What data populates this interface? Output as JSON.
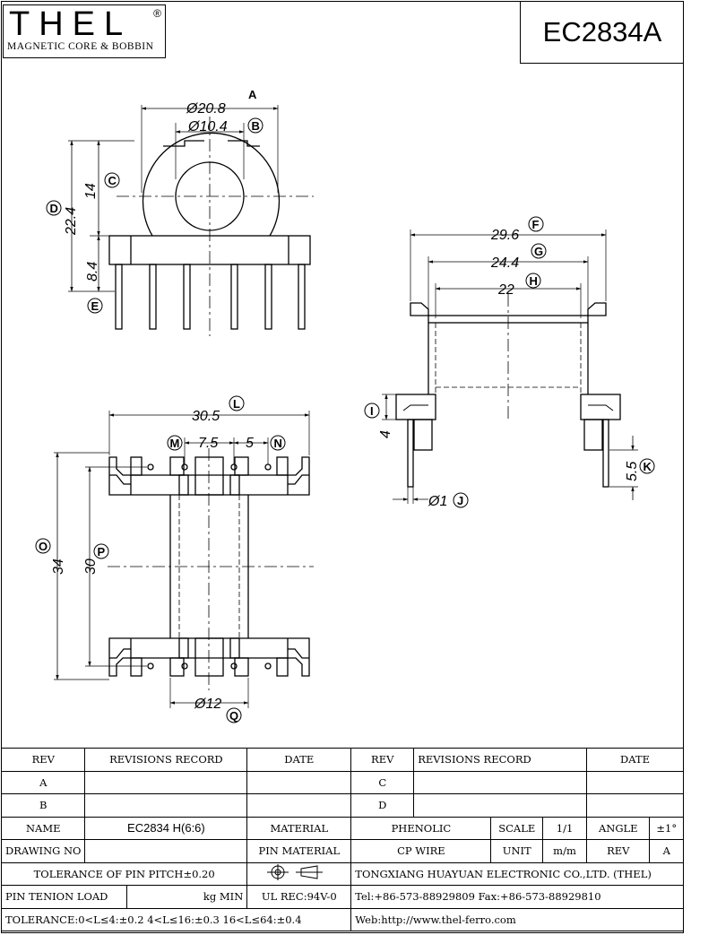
{
  "header": {
    "logo_text": "THEL",
    "logo_reg": "®",
    "logo_subtitle": "MAGNETIC CORE & BOBBIN",
    "part_number": "EC2834A"
  },
  "drawing": {
    "dims": {
      "d_20_8": "Ø20.8",
      "d_10_4": "Ø10.4",
      "d_14": "14",
      "d_22_4": "22.4",
      "d_8_4": "8.4",
      "d_29_6": "29.6",
      "d_24_4": "24.4",
      "d_22": "22",
      "d_4": "4",
      "d_5_5": "5.5",
      "d_1": "Ø1",
      "d_30_5": "30.5",
      "d_7_5": "7.5",
      "d_5": "5",
      "d_34": "34",
      "d_30": "30",
      "d_12": "Ø12"
    },
    "labels": {
      "A": "A",
      "B": "B",
      "C": "C",
      "D": "D",
      "E": "E",
      "F": "F",
      "G": "G",
      "H": "H",
      "I": "I",
      "J": "J",
      "K": "K",
      "L": "L",
      "M": "M",
      "N": "N",
      "O": "O",
      "P": "P",
      "Q": "Q"
    }
  },
  "title_block": {
    "rev_hdr": "REV",
    "revisions_hdr": "REVISIONS RECORD",
    "date_hdr": "DATE",
    "rev_a": "A",
    "rev_b": "B",
    "rev_c": "C",
    "rev_d": "D",
    "name_lbl": "NAME",
    "name_val": "EC2834 H(6:6)",
    "material_lbl": "MATERIAL",
    "material_val": "PHENOLIC",
    "scale_lbl": "SCALE",
    "scale_val": "1/1",
    "angle_lbl": "ANGLE",
    "angle_val": "±1°",
    "drawing_no_lbl": "DRAWING NO",
    "pin_material_lbl": "PIN MATERIAL",
    "pin_material_val": "CP WIRE",
    "unit_lbl": "UNIT",
    "unit_val": "m/m",
    "rev_lbl": "REV",
    "rev_val": "A",
    "tolerance_pitch": "TOLERANCE OF PIN PITCH±0.20",
    "company": "TONGXIANG HUAYUAN ELECTRONIC CO.,LTD. (THEL)",
    "pin_tension_lbl": "PIN TENION LOAD",
    "pin_tension_unit": "kg MIN",
    "ul": "UL REC:94V-0",
    "contact": "Tel:+86-573-88929809 Fax:+86-573-88929810",
    "tolerance": "TOLERANCE:0<L≤4:±0.2  4<L≤16:±0.3  16<L≤64:±0.4",
    "web": "Web:http://www.thel-ferro.com"
  }
}
